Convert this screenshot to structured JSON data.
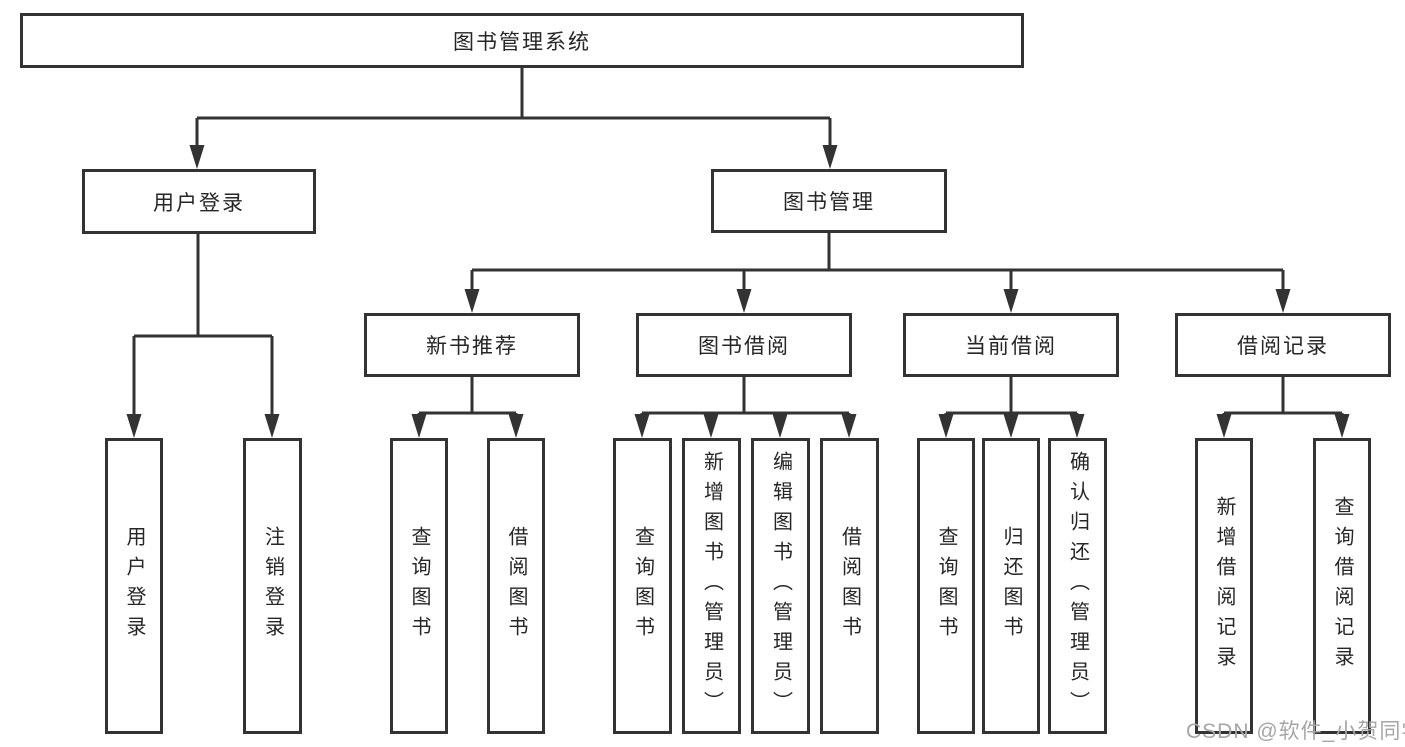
{
  "diagram": {
    "title": "图书管理系统",
    "nodes": {
      "root": "图书管理系统",
      "user_login": "用户登录",
      "book_mgmt": "图书管理",
      "leaf_user_login": "用户登录",
      "leaf_logout": "注销登录",
      "new_books": "新书推荐",
      "book_borrow": "图书借阅",
      "current_borrow": "当前借阅",
      "borrow_records": "借阅记录",
      "nb_query_books": "查询图书",
      "nb_borrow_books": "借阅图书",
      "bb_query_books": "查询图书",
      "bb_add_books": "新增图书（管理员）",
      "bb_edit_books": "编辑图书（管理员）",
      "bb_borrow_books": "借阅图书",
      "cb_query_books": "查询图书",
      "cb_return_books": "归还图书",
      "cb_confirm_return": "确认归还（管理员）",
      "br_add_record": "新增借阅记录",
      "br_query_record": "查询借阅记录"
    },
    "colors": {
      "line": "#333333",
      "box_border": "#333333",
      "text": "#262626",
      "watermark": "#a6a6a6",
      "background": "#ffffff"
    }
  },
  "watermark": "CSDN @软件_小贺同学"
}
